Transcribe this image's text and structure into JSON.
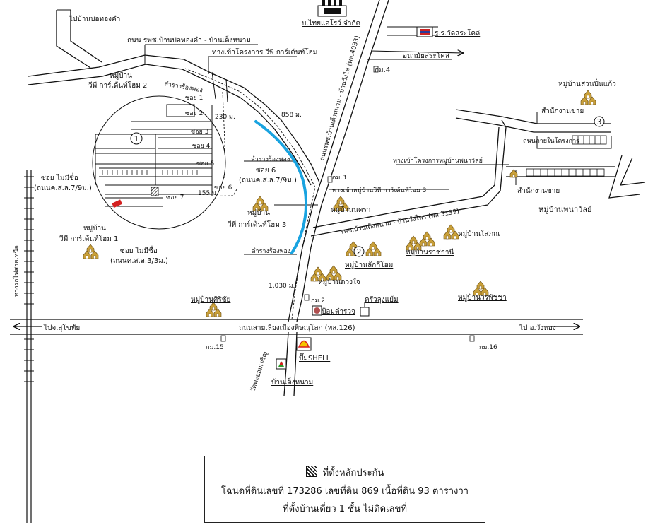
{
  "labels": {
    "to_ban_bo_thong_kham": "ไปบ้านบ่อทองคำ",
    "factory": "บ.ไทยแอโรว์ จำกัด",
    "school": "ร.ร.วัดสระโคล่",
    "road_rphc": "ถนน รพช.บ้านบ่อทองคำ - บ้านเต็งหนาม",
    "entrance_vp2": "ทางเข้าโครงการ วีพี การ์เด้นท์โฮม",
    "km4": "กม.4",
    "anamai": "อนามัยสระโคล่",
    "village_vp2_a": "หมู่บ้าน",
    "village_vp2_b": "วีพี การ์เด้นท์โฮม 2",
    "canal_top": "ลำรางร้องพอง",
    "soi1": "ซอย 1",
    "soi2": "ซอย 2",
    "soi3": "ซอย 3",
    "soi4": "ซอย 4",
    "soi5": "ซอย 5",
    "soi6_small": "ซอย 6",
    "soi7": "ซอย 7",
    "dist_230": "230 ม.",
    "dist_858": "858 ม.",
    "dist_155": "155 ม.",
    "dist_1030": "1,030 ม.",
    "vertical_road": "ถนนรพช.บ้านเต็งหนาม - บ้านวังไพ (พล.4033)",
    "canal_mid": "ลำรางร้องพอง",
    "soi6": "ซอย 6",
    "soi6_road": "(ถนนค.ส.ล.7/9ม.)",
    "soi_maimee_a": "ซอย ไม่มีชื่อ",
    "soi_maimee_a_road": "(ถนนค.ส.ล.7/9ม.)",
    "km3": "กม.3",
    "entrance_vp3": "ทางเข้าหมู่บ้านวิที การ์เด้นท์โฮม 3",
    "village_vp3_a": "หมู่บ้าน",
    "village_vp3_b": "วีพี การ์เด้นท์โฮม 3",
    "village_nakra": "หมู่บ้านนครา",
    "village_vp1_a": "หมู่บ้าน",
    "village_vp1_b": "วีพี การ์เด้นท์โฮม 1",
    "soi_maimee_b": "ซอย ไม่มีชื่อ",
    "soi_maimee_b_road": "(ถนนค.ส.ล.3/3ม.)",
    "canal_bottom": "ลำรางร้องพอง",
    "rail": "ทางรถไฟสายเหนือ",
    "village_suanpin": "หมู่บ้านสวนปิ่นแก้ว",
    "office_top": "สำนักงานขาย",
    "project_road": "ถนนภายในโครงการ",
    "entrance_phanawan": "ทางเข้าโครงการหมู่บ้านพนาวัลย์",
    "office_bottom": "สำนักงานขาย",
    "village_phanawan": "หมู่บ้านพนาวัลย์",
    "road_3139": "รพช.บ้านเต็งหนาม - บ้านวังไพร (พล.3139)",
    "village_soraphat": "หมู่บ้านโสภณ",
    "village_ratchathani": "หมู่บ้านราชธานี",
    "village_lakkihom": "หมู่บ้านลักกีโฮม",
    "village_duangjai": "หมู่บ้านดวงใจ",
    "village_sirichai": "หมู่บ้านศิริชัย",
    "km2": "กม.2",
    "restaurant": "ครัวลุงแย้ม",
    "police": "ป้อมตำรวจ",
    "village_worphatcha": "หมู่บ้านวรพัชชา",
    "to_sukhothai": "ไปจ.สุโขทัย",
    "main_road": "ถนนสายเลี่ยงเมืองพิษณุโลก (ทล.126)",
    "to_wangthong": "ไป อ.วังทอง",
    "km15": "กม.15",
    "km16": "กม.16",
    "shell": "ปั๊มSHELL",
    "temple_road": "วัดพะยอมเจริญ",
    "ban_tenganam": "บ้านเต็งหนาม",
    "circle_1": "1",
    "circle_2": "2",
    "circle_3": "3"
  },
  "legend": {
    "title": "ที่ตั้งหลักประกัน",
    "line1": "โฉนดที่ดินเลขที่ 173286 เลขที่ดิน 869 เนื้อที่ดิน 93 ตารางวา",
    "line2": "ที่ตั้งบ้านเดี่ยว 1 ชั้น ไม่ติดเลขที่"
  },
  "colors": {
    "river": "#19a3e0",
    "target_marker": "#d42020",
    "house": "#c9a03a",
    "shell_yellow": "#f5c400",
    "shell_red": "#d81e1e"
  },
  "icons": [
    "factory-icon",
    "school-flag-icon",
    "house-cluster-icon",
    "shell-logo-icon",
    "gas-pump-icon",
    "police-box-icon",
    "km-post-icon",
    "hatched-swatch-icon"
  ]
}
